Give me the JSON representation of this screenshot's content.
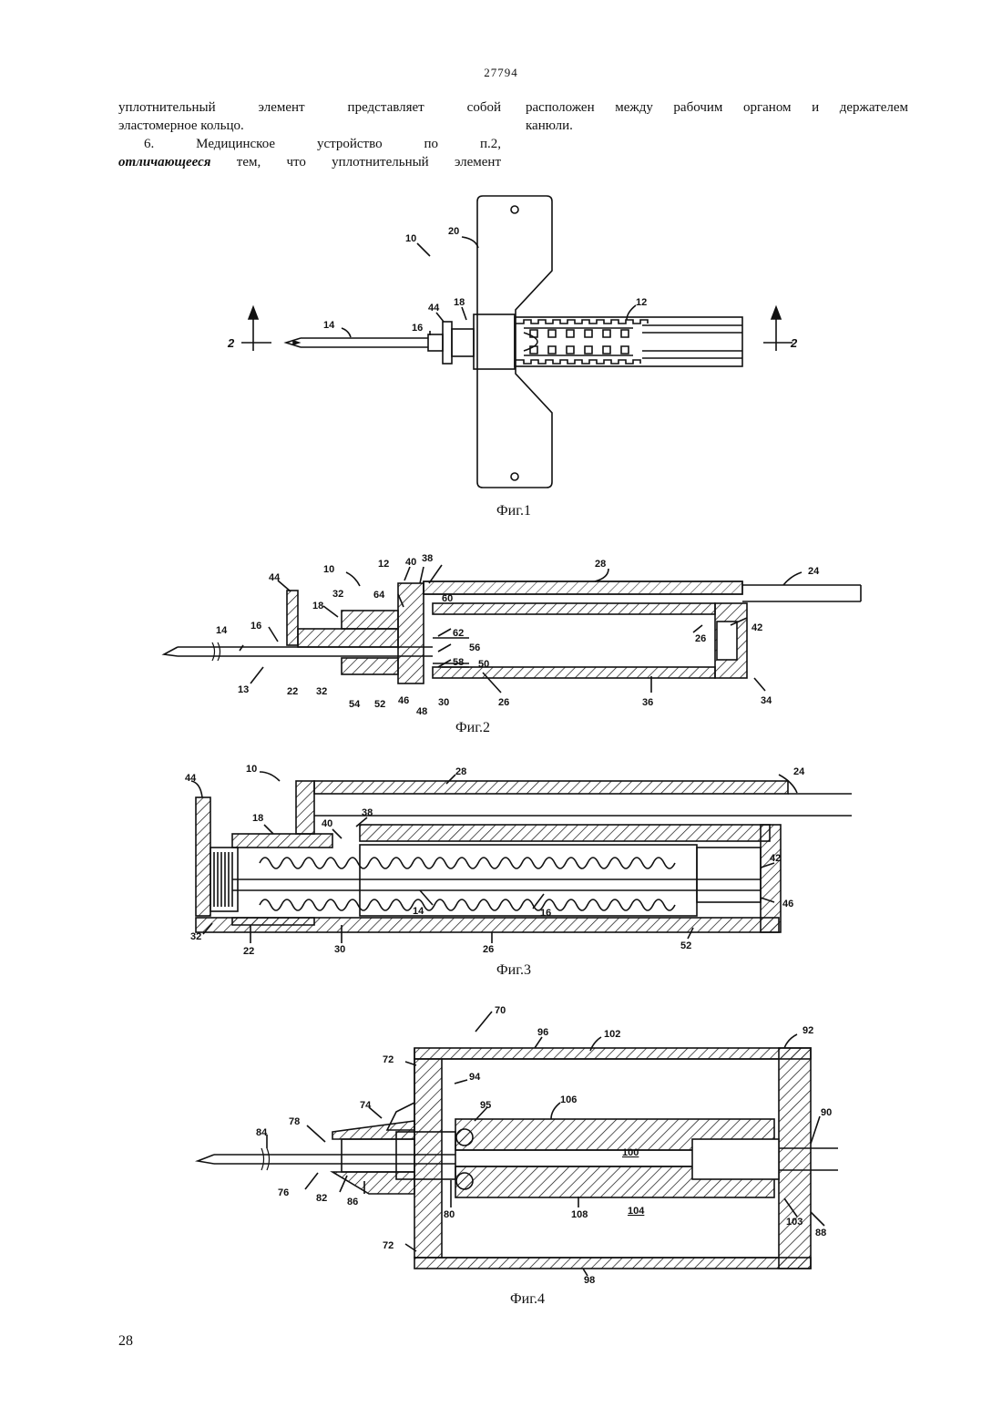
{
  "header": {
    "number": "27794"
  },
  "left_column": {
    "line1": "уплотнительный элемент представляет собой",
    "line2": "эластомерное кольцо.",
    "line3": "6. Медицинское устройство по п.2,",
    "line4_emph": "отличающееся",
    "line4_rest": " тем, что уплотнительный элемент"
  },
  "right_column": {
    "line1": "расположен между рабочим органом и держателем",
    "line2": "канюли."
  },
  "figures": {
    "fig1": {
      "caption": "Фиг.1",
      "labels": [
        "10",
        "20",
        "44",
        "18",
        "16",
        "14",
        "12",
        "2",
        "2"
      ]
    },
    "fig2": {
      "caption": "Фиг.2",
      "labels": [
        "12",
        "40",
        "38",
        "28",
        "24",
        "44",
        "10",
        "32",
        "64",
        "60",
        "18",
        "16",
        "14",
        "62",
        "56",
        "58",
        "50",
        "26",
        "42",
        "13",
        "22",
        "32",
        "54",
        "52",
        "46",
        "48",
        "30",
        "26",
        "36",
        "34"
      ]
    },
    "fig3": {
      "caption": "Фиг.3",
      "labels": [
        "44",
        "10",
        "28",
        "24",
        "18",
        "38",
        "40",
        "42",
        "46",
        "14",
        "16",
        "32",
        "22",
        "30",
        "26",
        "52"
      ]
    },
    "fig4": {
      "caption": "Фиг.4",
      "labels": [
        "70",
        "96",
        "102",
        "92",
        "72",
        "94",
        "74",
        "95",
        "106",
        "90",
        "78",
        "84",
        "100",
        "76",
        "82",
        "86",
        "80",
        "108",
        "104",
        "103",
        "88",
        "72",
        "98"
      ]
    }
  },
  "footer": {
    "page_number": "28"
  }
}
